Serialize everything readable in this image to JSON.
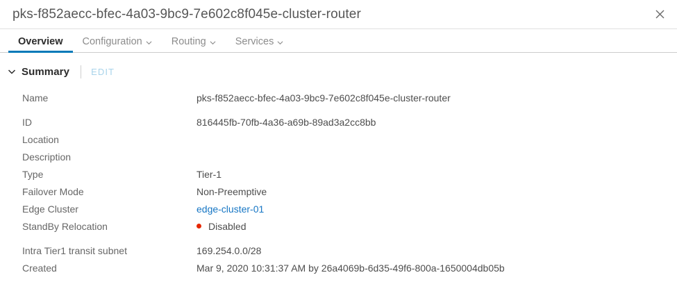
{
  "window": {
    "title": "pks-f852aecc-bfec-4a03-9bc9-7e602c8f045e-cluster-router",
    "close_icon": "close-icon"
  },
  "tabs": [
    {
      "label": "Overview",
      "active": true,
      "has_caret": false
    },
    {
      "label": "Configuration",
      "active": false,
      "has_caret": true
    },
    {
      "label": "Routing",
      "active": false,
      "has_caret": true
    },
    {
      "label": "Services",
      "active": false,
      "has_caret": true
    }
  ],
  "summary": {
    "chevron_icon": "chevron-down-icon",
    "heading": "Summary",
    "edit_label": "EDIT"
  },
  "details": [
    {
      "label": "Name",
      "value": "pks-f852aecc-bfec-4a03-9bc9-7e602c8f045e-cluster-router",
      "type": "text",
      "gap_after": true
    },
    {
      "label": "ID",
      "value": "816445fb-70fb-4a36-a69b-89ad3a2cc8bb",
      "type": "text",
      "gap_after": false
    },
    {
      "label": "Location",
      "value": "",
      "type": "text",
      "gap_after": false
    },
    {
      "label": "Description",
      "value": "",
      "type": "text",
      "gap_after": false
    },
    {
      "label": "Type",
      "value": "Tier-1",
      "type": "text",
      "gap_after": false
    },
    {
      "label": "Failover Mode",
      "value": "Non-Preemptive",
      "type": "text",
      "gap_after": false
    },
    {
      "label": "Edge Cluster",
      "value": "edge-cluster-01",
      "type": "link",
      "gap_after": false
    },
    {
      "label": "StandBy Relocation",
      "value": "Disabled",
      "type": "status",
      "gap_after": true
    },
    {
      "label": "Intra Tier1 transit subnet",
      "value": "169.254.0.0/28",
      "type": "text",
      "gap_after": false
    },
    {
      "label": "Created",
      "value": "Mar 9, 2020 10:31:37 AM by 26a4069b-6d35-49f6-800a-1650004db05b",
      "type": "text",
      "gap_after": false
    }
  ],
  "colors": {
    "accent_blue": "#0079b8",
    "link_blue": "#1676c4",
    "edit_disabled_blue": "#a8d3ea",
    "status_red": "#e62700",
    "text_primary": "#2b2b2b",
    "text_secondary": "#666666"
  }
}
